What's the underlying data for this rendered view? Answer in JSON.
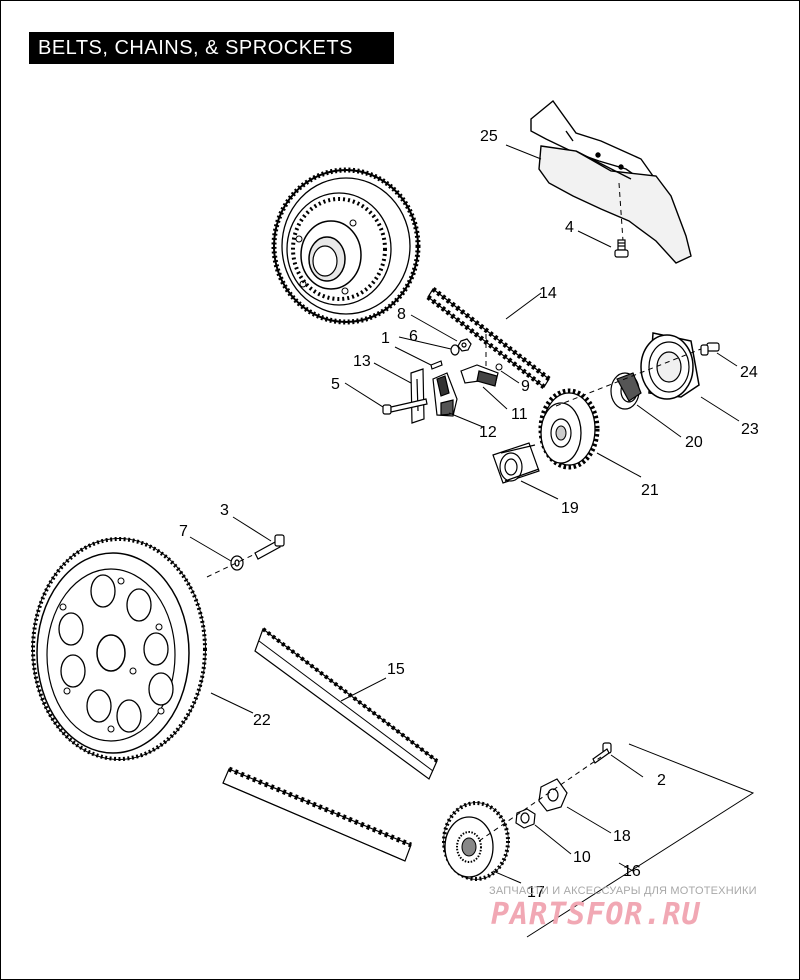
{
  "title": "BELTS, CHAINS, & SPROCKETS",
  "callouts": {
    "c1": "1",
    "c2": "2",
    "c3": "3",
    "c4": "4",
    "c5": "5",
    "c6": "6",
    "c7": "7",
    "c8": "8",
    "c9": "9",
    "c10": "10",
    "c11": "11",
    "c12": "12",
    "c13": "13",
    "c14": "14",
    "c15": "15",
    "c16": "16",
    "c17": "17",
    "c18": "18",
    "c19": "19",
    "c20": "20",
    "c21": "21",
    "c22": "22",
    "c23": "23",
    "c24": "24",
    "c25": "25"
  },
  "watermark": {
    "subtitle": "ЗАПЧАСТИ И АКСЕССУАРЫ ДЛЯ МОТОТЕХНИКИ",
    "logo": "PARTSFOR.RU"
  },
  "colors": {
    "line": "#000000",
    "title_background": "#000000",
    "title_text": "#ffffff",
    "watermark_logo": "#f1a8b4",
    "watermark_text": "#a8a8a8"
  }
}
